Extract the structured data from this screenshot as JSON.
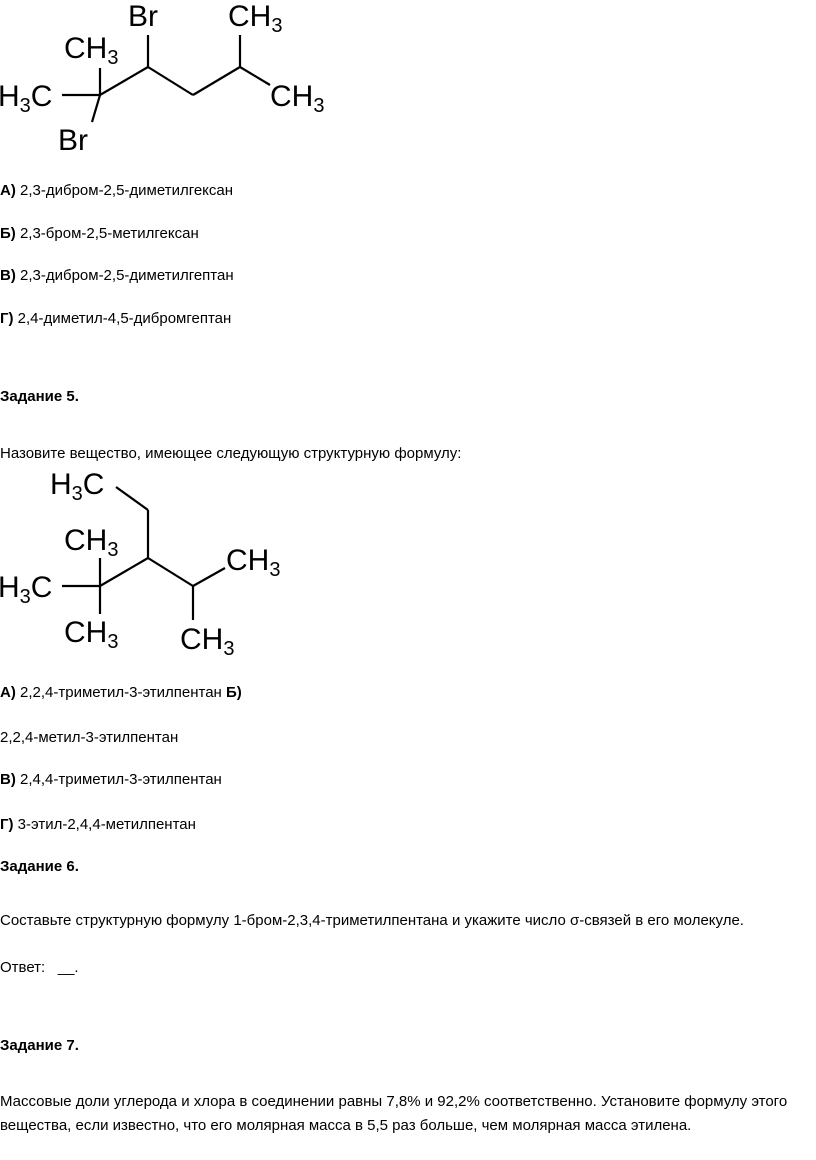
{
  "molecule1": {
    "labels": {
      "br_top": "Br",
      "ch3_top_right": "CH",
      "ch3_left_top": "CH",
      "h3c_left": "H",
      "c_left": "C",
      "ch3_right": "CH",
      "br_bottom": "Br"
    },
    "sub3": "3"
  },
  "task4_options": [
    {
      "letter": "А)",
      "text": "2,3-дибром-2,5-диметилгексан"
    },
    {
      "letter": "Б)",
      "text": "2,3-бром-2,5-метилгексан"
    },
    {
      "letter": "В)",
      "text": "2,3-дибром-2,5-диметилгептан"
    },
    {
      "letter": "Г)",
      "text": "2,4-диметил-4,5-дибромгептан"
    }
  ],
  "task5": {
    "title": "Задание 5.",
    "question": "Назовите вещество, имеющее следующую структурную формулу:",
    "options": [
      {
        "letter": "А)",
        "text": "2,2,4-триметил-3-этилпентан",
        "trail": "Б)"
      },
      {
        "letter": "",
        "text": "2,2,4-метил-3-этилпентан"
      },
      {
        "letter": "В)",
        "text": "2,4,4-триметил-3-этилпентан"
      },
      {
        "letter": "Г)",
        "text": "3-этил-2,4,4-метилпентан"
      }
    ]
  },
  "task6": {
    "title": "Задание 6.",
    "question": "Составьте структурную формулу 1-бром-2,3,4-триметилпентана и укажите число σ-связей в его молекуле.",
    "answer_label": "Ответ:",
    "answer_blank": "__."
  },
  "task7": {
    "title": "Задание 7.",
    "text": "Массовые доли углерода и хлора в соединении равны 7,8% и 92,2% соответственно. Установите формулу этого вещества, если известно, что его молярная масса в 5,5 раз больше, чем молярная масса этилена."
  }
}
